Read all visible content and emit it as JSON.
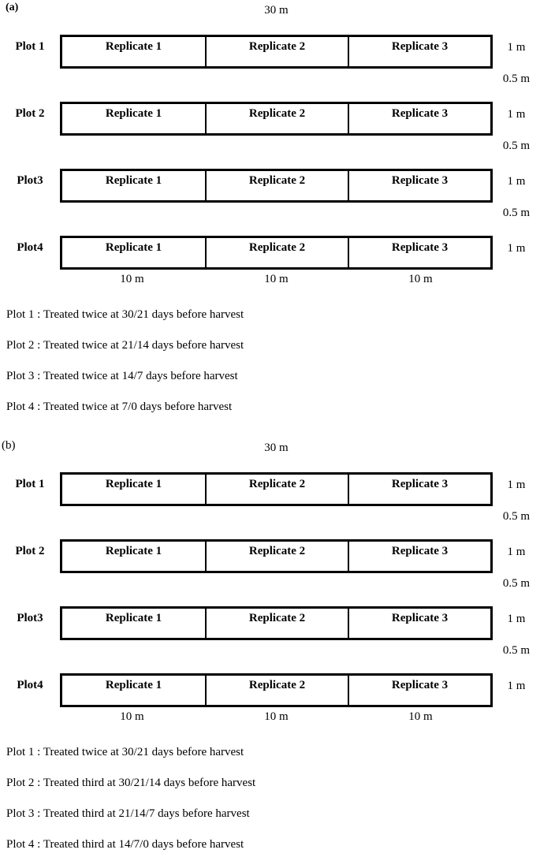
{
  "figure": {
    "colors": {
      "ink": "#000000",
      "background": "#ffffff"
    },
    "panels": [
      {
        "label": "(a)",
        "top_width_label": "30 m",
        "row_height_label": "1 m",
        "row_gap_label": "0.5 m",
        "cell_width_label": "10 m",
        "plots": [
          {
            "name": "Plot 1",
            "replicates": [
              "Replicate 1",
              "Replicate 2",
              "Replicate 3"
            ]
          },
          {
            "name": "Plot 2",
            "replicates": [
              "Replicate 1",
              "Replicate 2",
              "Replicate 3"
            ]
          },
          {
            "name": "Plot3",
            "replicates": [
              "Replicate 1",
              "Replicate 2",
              "Replicate 3"
            ]
          },
          {
            "name": "Plot4",
            "replicates": [
              "Replicate 1",
              "Replicate 2",
              "Replicate 3"
            ]
          }
        ],
        "legend": [
          "Plot 1 : Treated twice at 30/21 days before harvest",
          "Plot 2 : Treated twice at 21/14 days before harvest",
          "Plot 3 : Treated twice at 14/7 days before harvest",
          "Plot 4 : Treated twice at 7/0 days before harvest"
        ]
      },
      {
        "label": "(b)",
        "top_width_label": "30 m",
        "row_height_label": "1 m",
        "row_gap_label": "0.5 m",
        "cell_width_label": "10 m",
        "plots": [
          {
            "name": "Plot 1",
            "replicates": [
              "Replicate 1",
              "Replicate 2",
              "Replicate 3"
            ]
          },
          {
            "name": "Plot 2",
            "replicates": [
              "Replicate 1",
              "Replicate 2",
              "Replicate 3"
            ]
          },
          {
            "name": "Plot3",
            "replicates": [
              "Replicate 1",
              "Replicate 2",
              "Replicate 3"
            ]
          },
          {
            "name": "Plot4",
            "replicates": [
              "Replicate 1",
              "Replicate 2",
              "Replicate 3"
            ]
          }
        ],
        "legend": [
          "Plot 1 : Treated twice at 30/21 days before harvest",
          "Plot 2 : Treated third at 30/21/14 days before harvest",
          "Plot 3 : Treated third at 21/14/7 days before harvest",
          "Plot 4 : Treated third at 14/7/0 days before harvest"
        ]
      }
    ]
  }
}
